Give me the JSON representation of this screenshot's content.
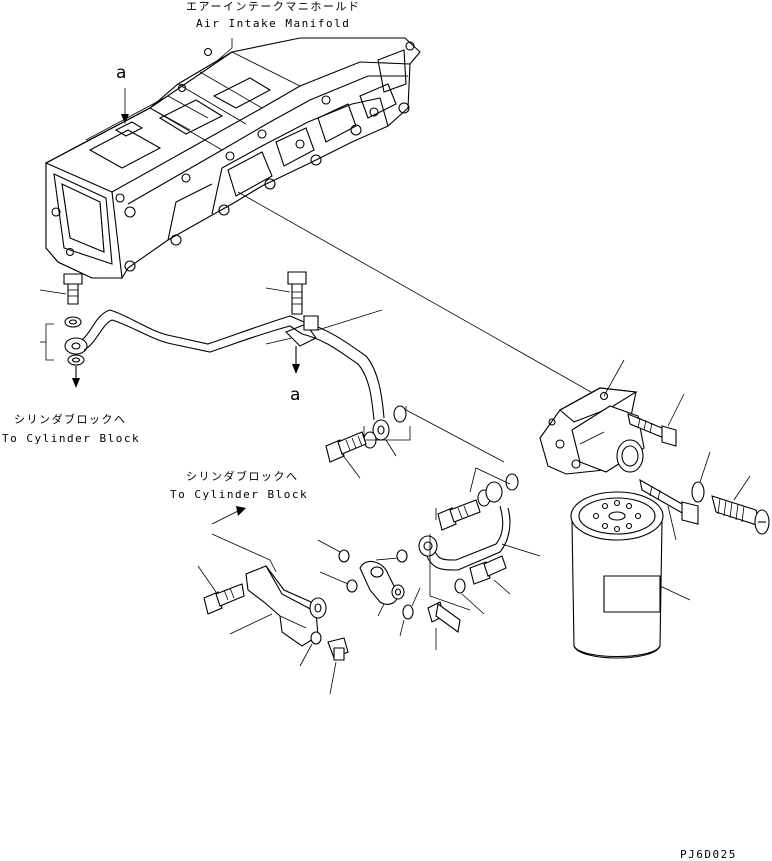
{
  "labels": {
    "manifold_jp": "エアーインテークマニホールド",
    "manifold_en": "Air Intake Manifold",
    "cyl_block_jp_1": "シリンダブロックへ",
    "cyl_block_en_1": "To Cylinder Block",
    "cyl_block_jp_2": "シリンダブロックへ",
    "cyl_block_en_2": "To Cylinder Block",
    "ref_a_top": "a",
    "ref_a_bottom": "a",
    "drawing_code": "PJ6D025"
  }
}
